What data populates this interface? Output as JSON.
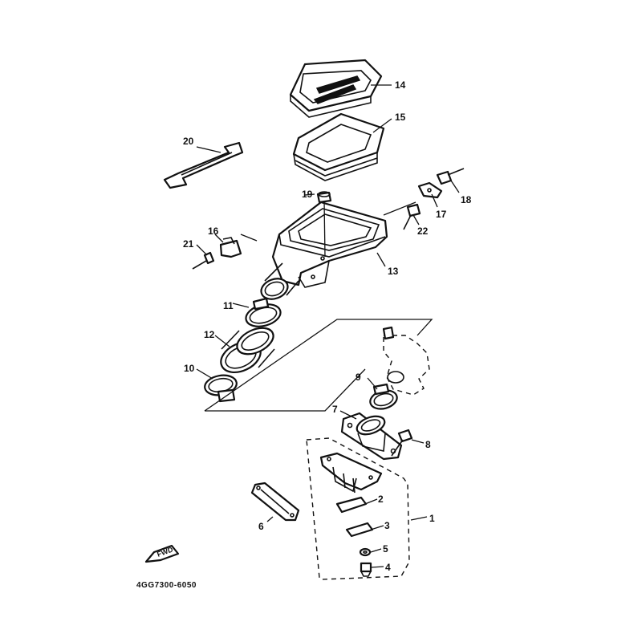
{
  "diagram": {
    "drawing_code": "4GG7300-6050",
    "direction_label": "FWD",
    "callouts": [
      "1",
      "2",
      "3",
      "4",
      "5",
      "6",
      "7",
      "8",
      "9",
      "10",
      "11",
      "12",
      "13",
      "14",
      "15",
      "16",
      "17",
      "18",
      "19",
      "20",
      "21",
      "22"
    ]
  }
}
